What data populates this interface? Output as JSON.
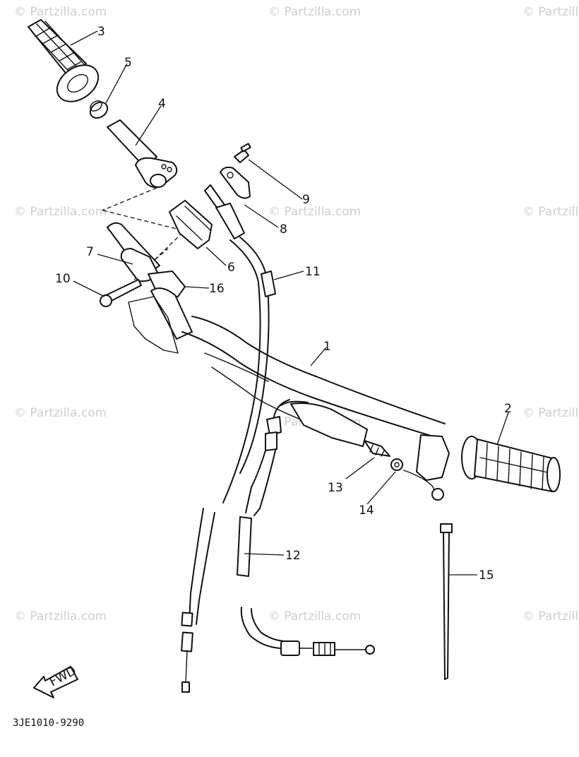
{
  "diagram": {
    "watermark_text": "© Partzilla.com",
    "diagram_code": "3JE1010-9290",
    "fwd_label": "FWD",
    "callouts": [
      {
        "id": "1",
        "label": "1"
      },
      {
        "id": "2",
        "label": "2"
      },
      {
        "id": "3",
        "label": "3"
      },
      {
        "id": "4",
        "label": "4"
      },
      {
        "id": "5",
        "label": "5"
      },
      {
        "id": "6",
        "label": "6"
      },
      {
        "id": "7",
        "label": "7"
      },
      {
        "id": "8",
        "label": "8"
      },
      {
        "id": "9",
        "label": "9"
      },
      {
        "id": "10",
        "label": "10"
      },
      {
        "id": "11",
        "label": "11"
      },
      {
        "id": "12",
        "label": "12"
      },
      {
        "id": "13",
        "label": "13"
      },
      {
        "id": "14",
        "label": "14"
      },
      {
        "id": "15",
        "label": "15"
      },
      {
        "id": "16",
        "label": "16"
      }
    ]
  }
}
